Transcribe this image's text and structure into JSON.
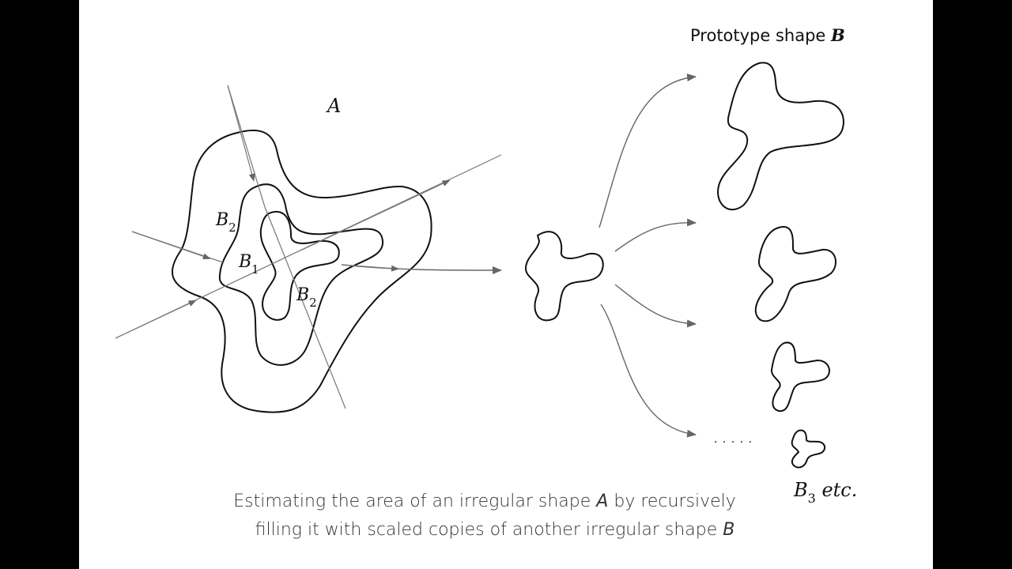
{
  "labels": {
    "a": "A",
    "b": "B",
    "b1": "B",
    "b1_sub": "1",
    "b2_left": "B",
    "b2_left_sub": "2",
    "b2_right": "B",
    "b2_right_sub": "2",
    "b3": "B",
    "b3_sub": "3",
    "b3_suffix": " etc.",
    "prototype_prefix": "Prototype shape ",
    "prototype_symbol": "B",
    "ellipsis": "· · · · ·"
  },
  "caption": {
    "line1_prefix": "Estimating the area of an irregular shape ",
    "line1_symbol": "A",
    "line1_suffix": " by recursively",
    "line2_prefix": "filling it with scaled copies of another irregular shape ",
    "line2_symbol": "B"
  },
  "colors": {
    "background": "#000000",
    "slide": "#ffffff",
    "stroke": "#111111",
    "arrow": "#666666"
  }
}
